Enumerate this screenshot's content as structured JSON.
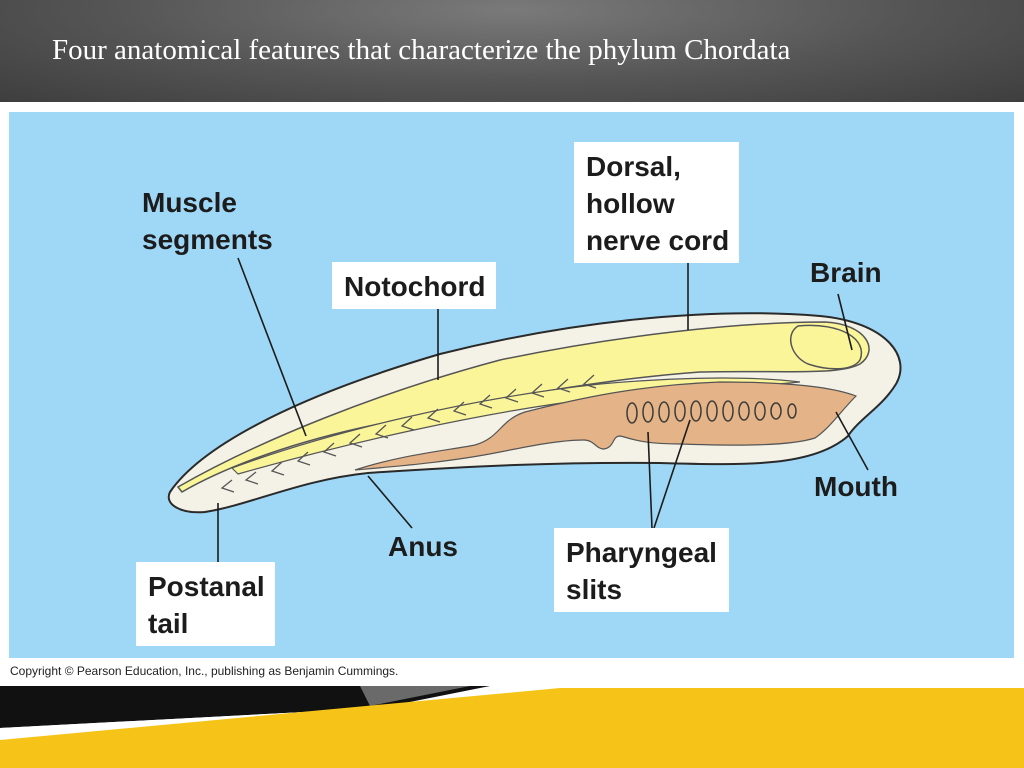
{
  "slide": {
    "title": "Four anatomical features that characterize the phylum Chordata"
  },
  "diagram": {
    "labels": {
      "muscle_segments": "Muscle\nsegments",
      "notochord": "Notochord",
      "nerve_cord": "Dorsal,\nhollow\nnerve cord",
      "brain": "Brain",
      "mouth": "Mouth",
      "anus": "Anus",
      "pharyngeal_slits": "Pharyngeal\nslits",
      "postanal_tail": "Postanal\ntail"
    },
    "copyright": "Copyright © Pearson Education, Inc., publishing as Benjamin Cummings."
  },
  "colors": {
    "background": "#9fd8f6",
    "body": "#f4f1e6",
    "notochord_nerve_cord": "#fbf59a",
    "pharynx_gut": "#e4b488",
    "header": "#5a5a5a",
    "footer_accent": "#f6c418"
  }
}
